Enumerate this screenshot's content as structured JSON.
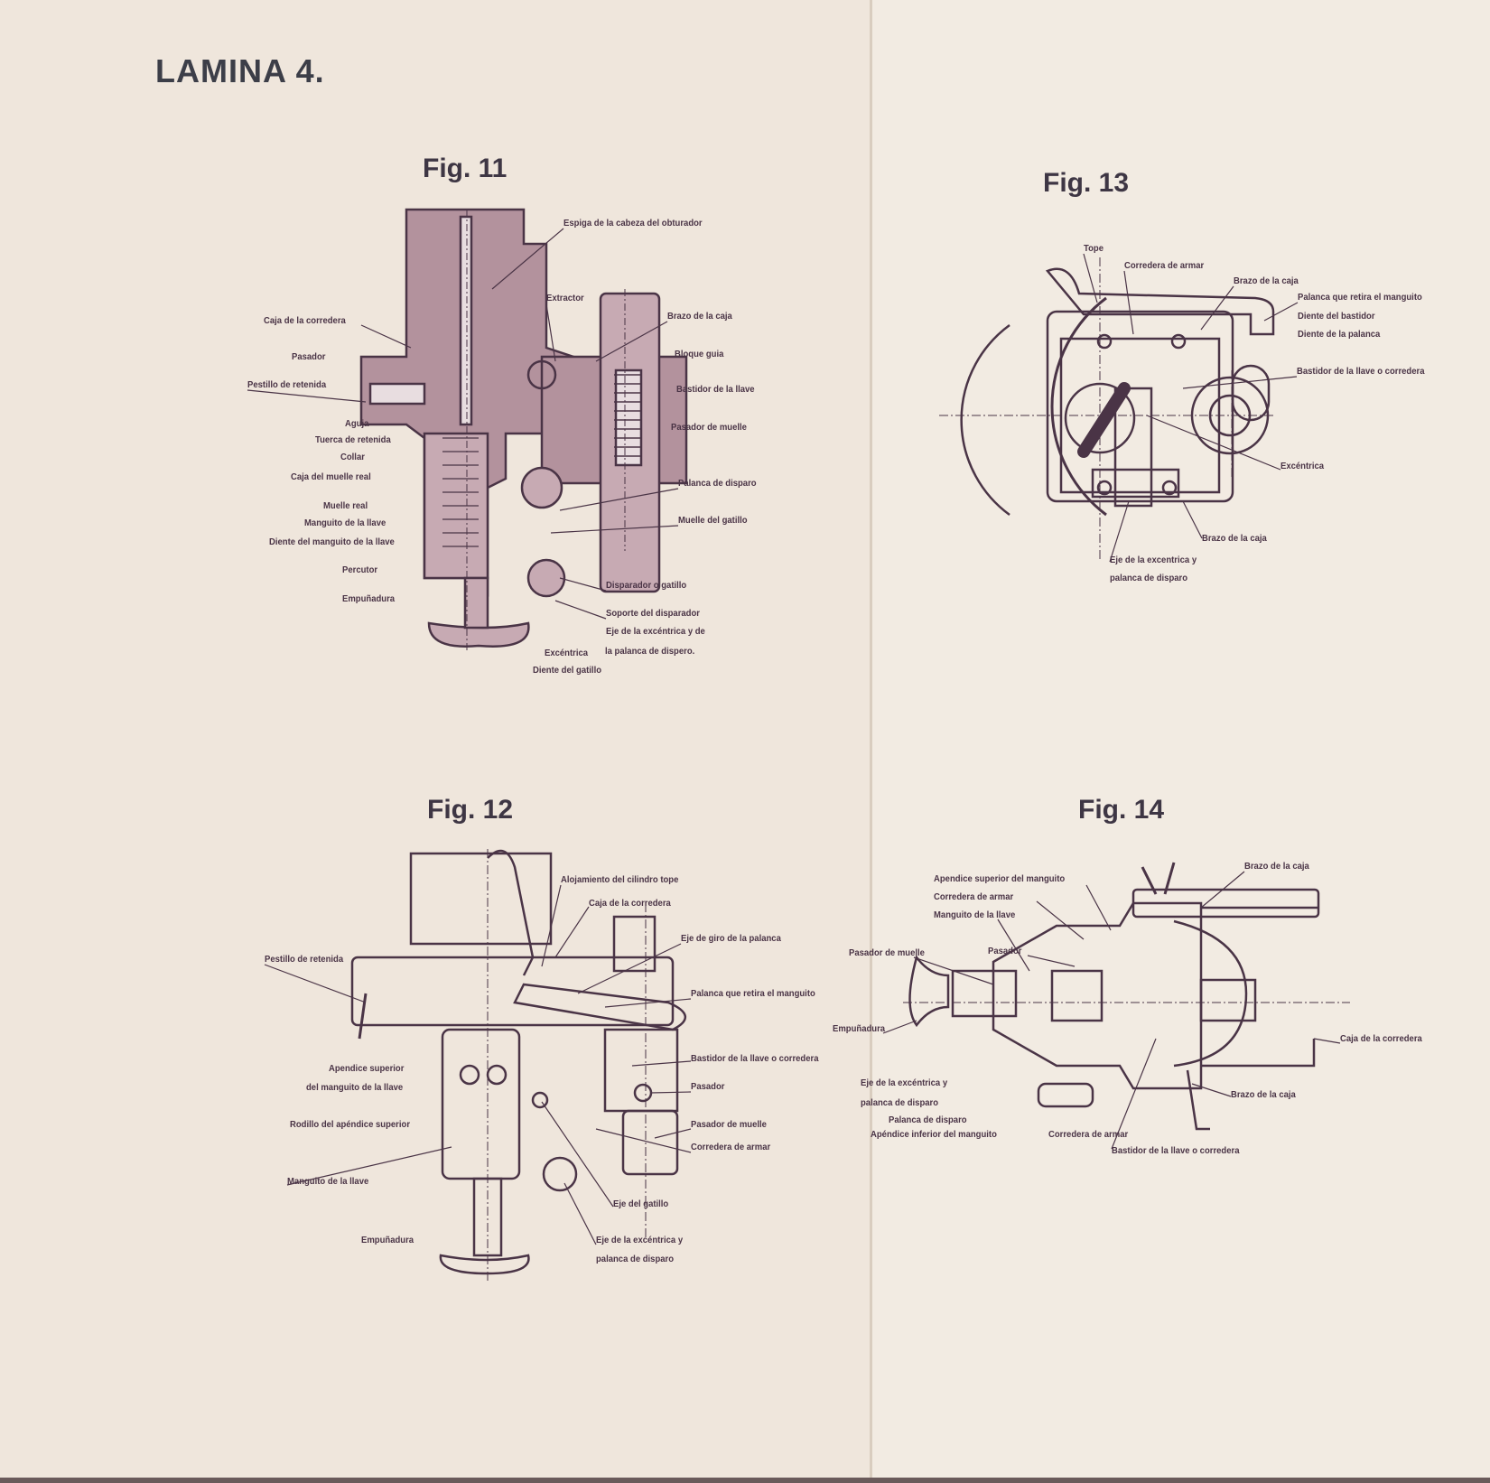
{
  "title": "LAMINA 4.",
  "colors": {
    "paper": "#efe6dc",
    "ink": "#4a3446",
    "section_fill": "#b3929d"
  },
  "fig11": {
    "heading": "Fig. 11",
    "labels": [
      "Espiga de la cabeza del obturador",
      "Caja de la corredera",
      "Extractor",
      "Brazo de la caja",
      "Pasador",
      "Bloque guia",
      "Pestillo de retenida",
      "Bastidor de la llave",
      "Aguja",
      "Pasador de muelle",
      "Tuerca de retenida",
      "Collar",
      "Caja del muelle real",
      "Palanca de disparo",
      "Muelle real",
      "Manguito de la llave",
      "Muelle del gatillo",
      "Diente del manguito de la llave",
      "Percutor",
      "Disparador o gatillo",
      "Empuñadura",
      "Soporte del disparador",
      "Eje de la excéntrica y de",
      "Excéntrica",
      "la palanca de dispero.",
      "Diente del gatillo"
    ]
  },
  "fig12": {
    "heading": "Fig. 12",
    "labels": [
      "Alojamiento del cilindro tope",
      "Caja de la corredera",
      "Eje de giro de la palanca",
      "Pestillo de retenida",
      "Palanca que retira el manguito",
      "Bastidor de la llave o corredera",
      "Apendice superior",
      "del manguito de la llave",
      "Pasador",
      "Rodillo del apéndice superior",
      "Pasador de muelle",
      "Corredera de armar",
      "Manguito de la llave",
      "Eje del gatillo",
      "Empuñadura",
      "Eje de la excéntrica y",
      "palanca de disparo"
    ]
  },
  "fig13": {
    "heading": "Fig. 13",
    "labels": [
      "Tope",
      "Corredera de armar",
      "Brazo de la caja",
      "Palanca que retira el manguito",
      "Diente del bastidor",
      "Diente de la palanca",
      "Bastidor de la llave o corredera",
      "Excéntrica",
      "Brazo de la caja",
      "Eje de la excentrica y",
      "palanca de disparo"
    ]
  },
  "fig14": {
    "heading": "Fig. 14",
    "labels": [
      "Brazo de la caja",
      "Apendice superior del manguito",
      "Corredera de armar",
      "Manguito de la llave",
      "Pasador",
      "Pasador de muelle",
      "Empuñadura",
      "Caja de la corredera",
      "Eje de la excéntrica y",
      "palanca de disparo",
      "Brazo de la caja",
      "Palanca de disparo",
      "Apéndice inferior del manguito",
      "Corredera de armar",
      "Bastidor de la llave o corredera"
    ]
  }
}
